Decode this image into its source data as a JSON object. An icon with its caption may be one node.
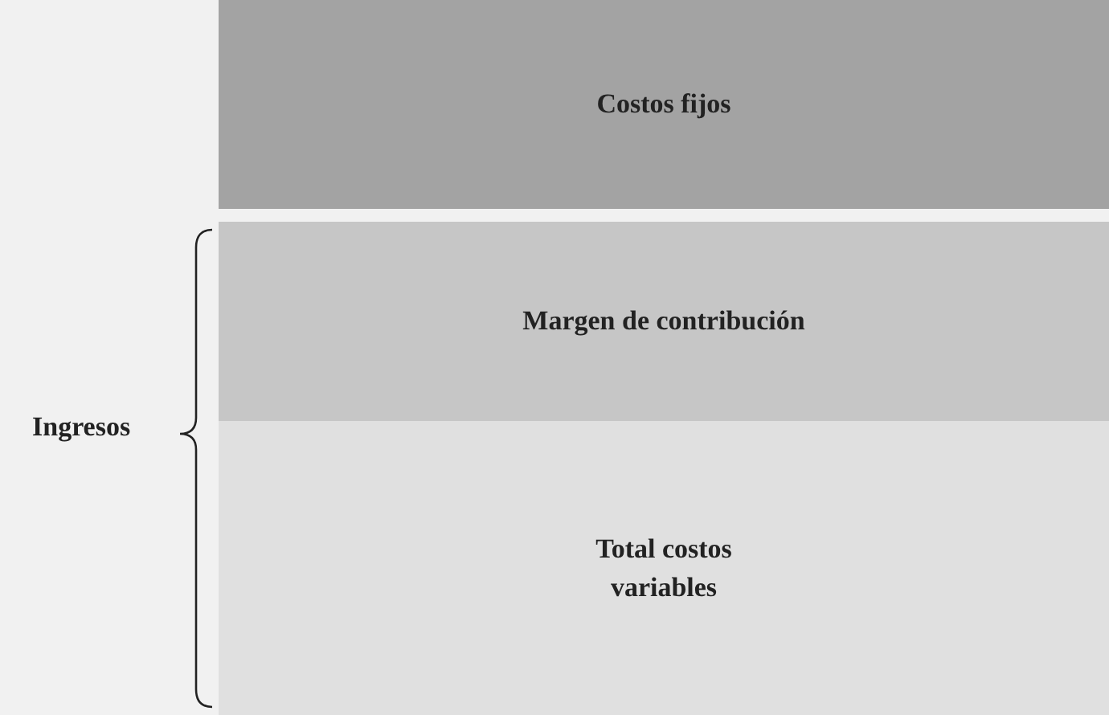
{
  "diagram": {
    "nodes": [
      {
        "text": [
          "Costos fijos"
        ]
      },
      {
        "text": [
          "Margen de contribución"
        ]
      },
      {
        "text": [
          "Total costos variables"
        ]
      }
    ],
    "edges": [],
    "labels": [
      "Ingresos"
    ]
  }
}
